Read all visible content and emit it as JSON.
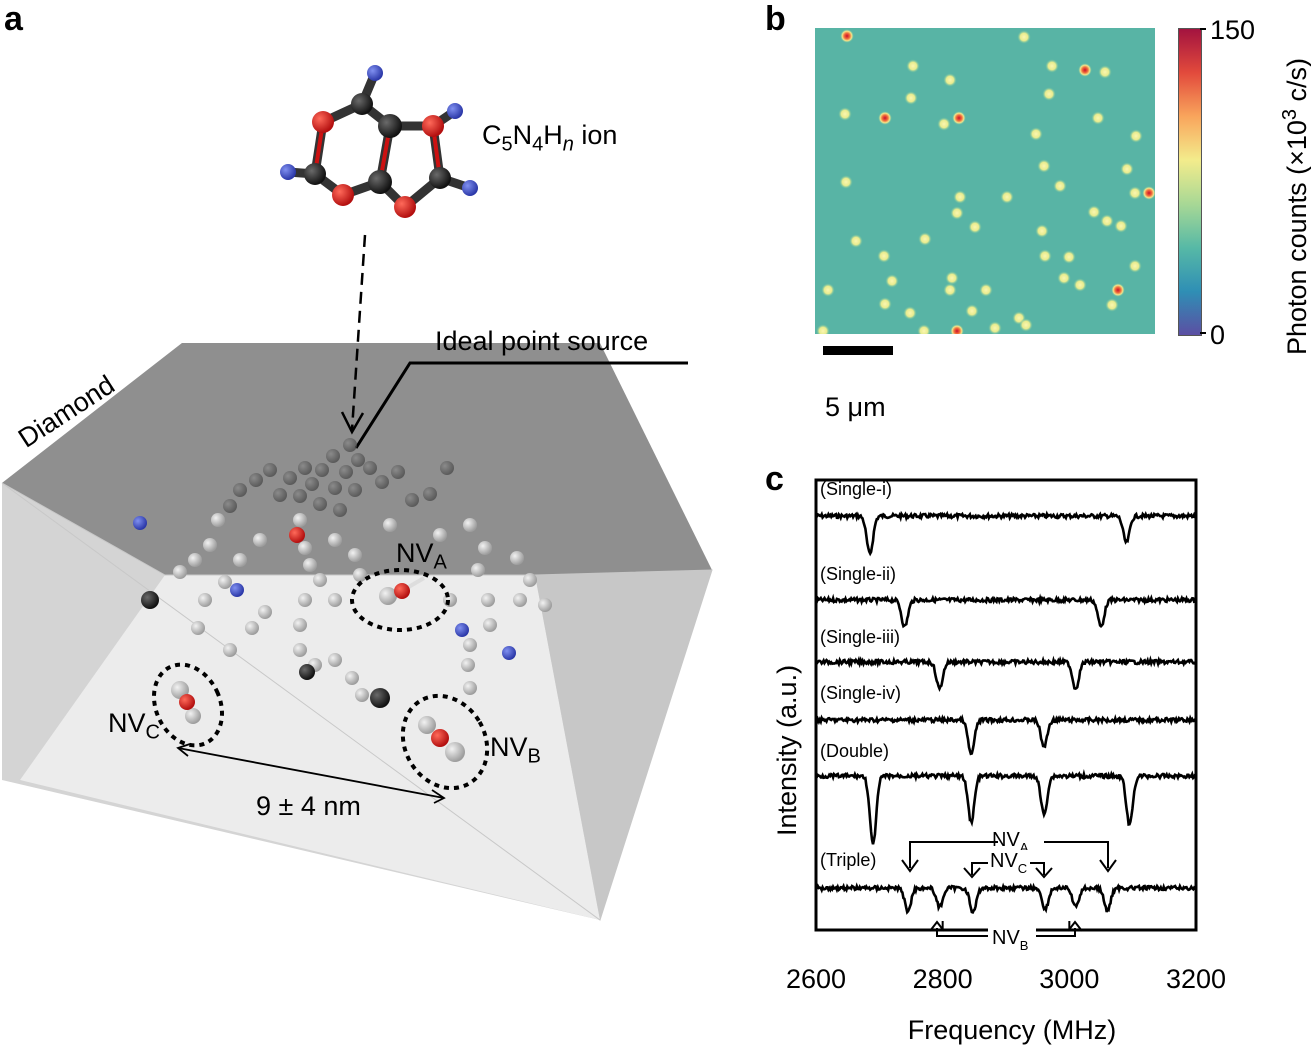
{
  "panel_labels": {
    "a": "a",
    "b": "b",
    "c": "c"
  },
  "panel_a": {
    "ion_formula": {
      "c": "C",
      "c_sub": "5",
      "n": "N",
      "n_sub": "4",
      "h": "H",
      "h_sub": "n",
      "suffix": " ion"
    },
    "point_source_label": "Ideal point source",
    "diamond_label": "Diamond",
    "nv_a": {
      "main": "NV",
      "sub": "A"
    },
    "nv_b": {
      "main": "NV",
      "sub": "B"
    },
    "nv_c": {
      "main": "NV",
      "sub": "C"
    },
    "distance_label": "9 ± 4 nm",
    "colors": {
      "red_atom": "#d01c1c",
      "blue_atom": "#3d4bc2",
      "gray_atom": "#9a9a9a",
      "top_face": "#8e8e8e",
      "side_face": "#d2d2d2",
      "bottom_face": "#ebebeb"
    }
  },
  "panel_b": {
    "colorbar_max": "150",
    "colorbar_min": "0",
    "colorbar_title": "Photon counts (×10",
    "colorbar_title_sup": "3",
    "colorbar_title_end": " c/s)",
    "scale_bar_label": "5 μm",
    "colorbar_colors": [
      "#5b4fa3",
      "#2f8fb5",
      "#57b9a6",
      "#a8d895",
      "#f3ec8c",
      "#f9a55c",
      "#e24a3c",
      "#a3133f"
    ]
  },
  "chart_data": {
    "type": "line",
    "xlabel": "Frequency (MHz)",
    "ylabel": "Intensity (a.u.)",
    "xlim": [
      2600,
      3200
    ],
    "x_ticks": [
      "2600",
      "2800",
      "3000",
      "3200"
    ],
    "series": [
      {
        "name": "(Single-i)",
        "dips": [
          {
            "f": 2685,
            "depth": 1.0
          },
          {
            "f": 3090,
            "depth": 0.7
          }
        ]
      },
      {
        "name": "(Single-ii)",
        "dips": [
          {
            "f": 2740,
            "depth": 0.7
          },
          {
            "f": 3050,
            "depth": 0.7
          }
        ]
      },
      {
        "name": "(Single-iii)",
        "dips": [
          {
            "f": 2795,
            "depth": 0.7
          },
          {
            "f": 3010,
            "depth": 0.7
          }
        ]
      },
      {
        "name": "(Single-iv)",
        "dips": [
          {
            "f": 2845,
            "depth": 0.9
          },
          {
            "f": 2960,
            "depth": 0.7
          }
        ]
      },
      {
        "name": "(Double)",
        "dips": [
          {
            "f": 2690,
            "depth": 1.8
          },
          {
            "f": 2845,
            "depth": 1.2
          },
          {
            "f": 2960,
            "depth": 1.0
          },
          {
            "f": 3095,
            "depth": 1.3
          }
        ]
      },
      {
        "name": "(Triple)",
        "dips": [
          {
            "f": 2745,
            "depth": 0.6
          },
          {
            "f": 2795,
            "depth": 0.5
          },
          {
            "f": 2848,
            "depth": 0.65
          },
          {
            "f": 2962,
            "depth": 0.55
          },
          {
            "f": 3010,
            "depth": 0.5
          },
          {
            "f": 3060,
            "depth": 0.6
          }
        ]
      }
    ],
    "annotations": {
      "nv_a": {
        "main": "NV",
        "sub": "A"
      },
      "nv_b": {
        "main": "NV",
        "sub": "B"
      },
      "nv_c": {
        "main": "NV",
        "sub": "C"
      }
    }
  }
}
